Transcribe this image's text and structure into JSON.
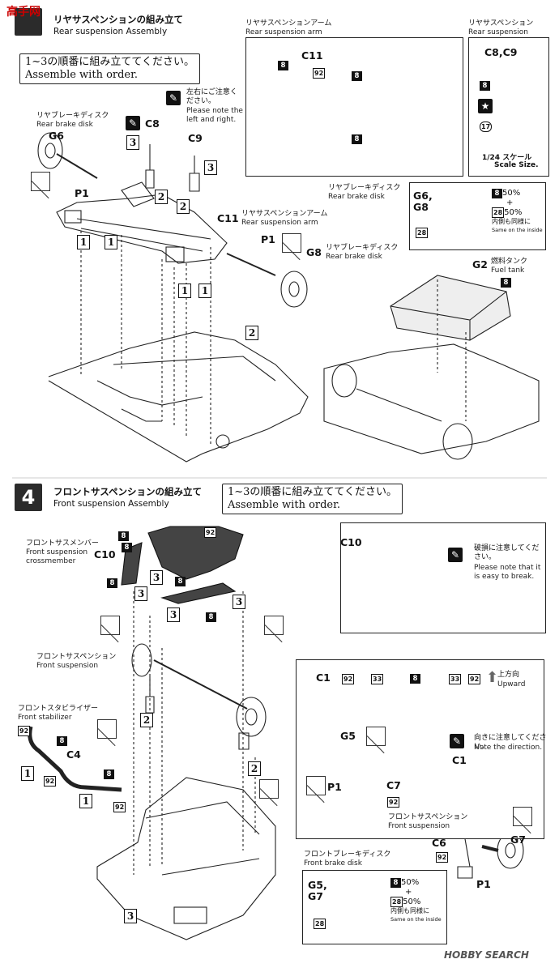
{
  "watermark_top": "高手网",
  "step3": {
    "title_jp": "リヤサスペンションの組み立て",
    "title_en": "Rear suspension Assembly",
    "note_jp": "1~3の順番に組み立ててください。",
    "note_en": "Assemble with order.",
    "arm_panel": {
      "title_jp": "リヤサスペンションアーム",
      "title_en": "Rear suspension arm",
      "part": "C11",
      "badges": [
        "8",
        "92",
        "8",
        "8"
      ]
    },
    "shock_panel": {
      "title_jp": "リヤサスペンション",
      "title_en": "Rear suspension",
      "part": "C8,C9",
      "badge8": "8",
      "badge17": "17",
      "scale_jp": "1/24 スケール",
      "scale_en": "Scale Size."
    },
    "disk_left_jp": "リヤブレーキディスク",
    "disk_left_en": "Rear brake disk",
    "g6": "G6",
    "p1_left": "P1",
    "c8": "C8",
    "c9": "C9",
    "caution_jp": "左右にご注意ください。",
    "caution_en": "Please note the left and right.",
    "c11_label": "C11",
    "c11_jp": "リヤサスペンションアーム",
    "c11_en": "Rear suspension arm",
    "p1_right": "P1",
    "g8": "G8",
    "g8_jp": "リヤブレーキディスク",
    "g8_en": "Rear brake disk",
    "disk_panel": {
      "title_jp": "リヤブレーキディスク",
      "title_en": "Rear brake disk",
      "parts": "G6, G8",
      "b8": "8",
      "pct1": "50%",
      "plus": "+",
      "b28": "28",
      "pct2": "50%",
      "inside_jp": "内側も同様に",
      "inside_en": "Same on the inside",
      "b28b": "28"
    },
    "fuel_part": "G2",
    "fuel_jp": "燃料タンク",
    "fuel_en": "Fuel tank",
    "fuel_badge": "8",
    "step2_box": "2",
    "seq": [
      "3",
      "3",
      "2",
      "2",
      "1",
      "1",
      "1",
      "1"
    ]
  },
  "step4": {
    "num": "4",
    "title_jp": "フロントサスペンションの組み立て",
    "title_en": "Front suspension Assembly",
    "note_jp": "1~3の順番に組み立ててください。",
    "note_en": "Assemble with order.",
    "member_jp": "フロントサスメンバー",
    "member_en1": "Front suspension",
    "member_en2": "crossmember",
    "c10": "C10",
    "badge_92_top": "92",
    "badge_8s": [
      "8",
      "8",
      "8",
      "8",
      "8"
    ],
    "c10_panel": {
      "part": "C10",
      "warn_jp": "破損に注意してください。",
      "warn_en": "Please note that it is easy to break."
    },
    "susp_jp": "フロントサスペンション",
    "susp_en": "Front suspension",
    "stab_jp": "フロントスタビライザー",
    "stab_en": "Front stabilizer",
    "c4": "C4",
    "stab_badges": [
      "92",
      "8",
      "92",
      "8",
      "92"
    ],
    "c1_panel": {
      "part": "C1",
      "badges": [
        "92",
        "33",
        "8",
        "33",
        "92"
      ],
      "up_jp": "上方向",
      "up_en": "Upward"
    },
    "g5": "G5",
    "dir_jp": "向きに注意してください。",
    "dir_en": "Note the direction.",
    "c1": "C1",
    "p1_left": "P1",
    "c7": "C7",
    "c7_badge": "92",
    "susp2_jp": "フロントサスペンション",
    "susp2_en": "Front suspension",
    "c6": "C6",
    "c6_badge": "92",
    "g7": "G7",
    "p1_right": "P1",
    "brake_jp": "フロントブレーキディスク",
    "brake_en": "Front brake disk",
    "brake_panel": {
      "parts1": "G5,",
      "parts2": "G7",
      "b8": "8",
      "pct1": "50%",
      "plus": "+",
      "b28": "28",
      "pct2": "50%",
      "inside_jp": "内側も同様に",
      "inside_en": "Same on the inside",
      "b28b": "28"
    },
    "step3_box": "3",
    "seq": [
      "3",
      "3",
      "3",
      "3",
      "2",
      "2",
      "1",
      "1"
    ]
  },
  "footer_watermark": "HOBBY SEARCH"
}
